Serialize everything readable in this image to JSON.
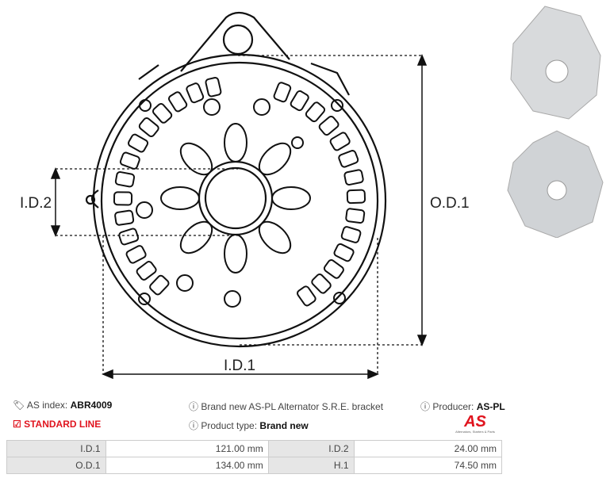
{
  "drawing": {
    "labels": {
      "od1": "O.D.1",
      "id1": "I.D.1",
      "id2": "I.D.2"
    }
  },
  "info": {
    "index_label": "AS index:",
    "index_value": "ABR4009",
    "line": "STANDARD LINE",
    "description": "Brand new AS-PL Alternator S.R.E. bracket",
    "type_label": "Product type:",
    "type_value": "Brand new",
    "producer_label": "Producer:",
    "producer_value": "AS-PL",
    "logo_text": "AS",
    "logo_tagline": "Alternators, Starters & Parts"
  },
  "specs": [
    [
      {
        "k": "I.D.1",
        "v": "121.00 mm"
      },
      {
        "k": "I.D.2",
        "v": "24.00 mm"
      }
    ],
    [
      {
        "k": "O.D.1",
        "v": "134.00 mm"
      },
      {
        "k": "H.1",
        "v": "74.50 mm"
      }
    ]
  ],
  "colors": {
    "accent": "#e0141e",
    "header_cell": "#e6e6e6"
  }
}
